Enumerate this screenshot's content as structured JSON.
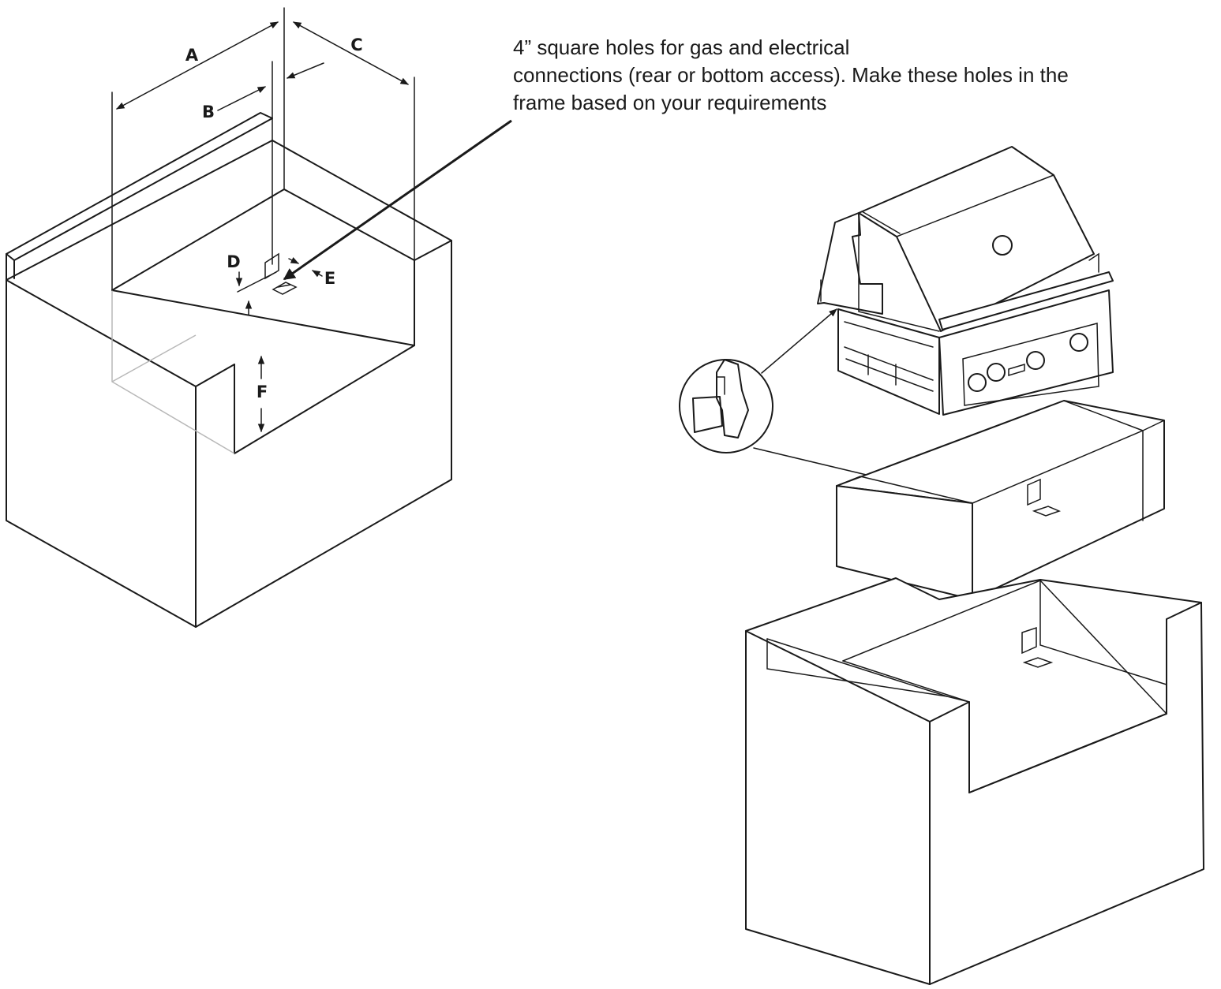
{
  "dimension_labels": {
    "a": "A",
    "b": "B",
    "c": "C",
    "d": "D",
    "e": "E",
    "f": "F"
  },
  "note": {
    "line1": "4” square holes for gas and electrical",
    "line2": "connections (rear or bottom access).  Make these holes in the",
    "line3": "frame based on your requirements"
  }
}
